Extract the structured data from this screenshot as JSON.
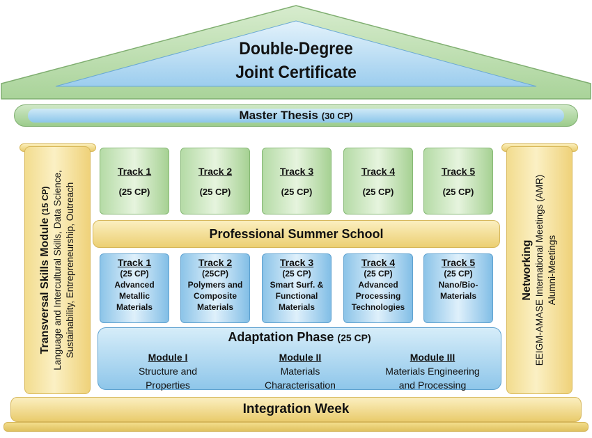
{
  "roof": {
    "title_line1": "Double-Degree",
    "title_line2": "Joint Certificate"
  },
  "thesis": {
    "label": "Master Thesis",
    "cp": "(30 CP)"
  },
  "left_pillar": {
    "title": "Transversal Skills Module",
    "cp": "(15 CP)",
    "line1": "Language and Intercultural Skills, Data Science,",
    "line2": "Sustainability, Entrepreneurship, Outreach"
  },
  "right_pillar": {
    "title": "Networking",
    "line1": "EEIGM-AMASE International Meetings (AMR)",
    "line2": "Alumni-Meetings"
  },
  "upper_tracks": [
    {
      "title": "Track 1",
      "cp": "(25 CP)"
    },
    {
      "title": "Track 2",
      "cp": "(25 CP)"
    },
    {
      "title": "Track 3",
      "cp": "(25 CP)"
    },
    {
      "title": "Track 4",
      "cp": "(25 CP)"
    },
    {
      "title": "Track 5",
      "cp": "(25 CP)"
    }
  ],
  "summer_school": "Professional Summer School",
  "lower_tracks": [
    {
      "title": "Track 1",
      "cp": "(25 CP)",
      "line1": "Advanced",
      "line2": "Metallic",
      "line3": "Materials"
    },
    {
      "title": "Track 2",
      "cp": "(25CP)",
      "line1": "Polymers and",
      "line2": "Composite",
      "line3": "Materials"
    },
    {
      "title": "Track 3",
      "cp": "(25 CP)",
      "line1": "Smart Surf. &",
      "line2": "Functional",
      "line3": "Materials"
    },
    {
      "title": "Track 4",
      "cp": "(25 CP)",
      "line1": "Advanced",
      "line2": "Processing",
      "line3": "Technologies"
    },
    {
      "title": "Track 5",
      "cp": "(25 CP)",
      "line1": "Nano/Bio-",
      "line2": "Materials",
      "line3": ""
    }
  ],
  "adaptation": {
    "title": "Adaptation Phase",
    "cp": "(25 CP)",
    "modules": [
      {
        "title": "Module I",
        "line1": "Structure and",
        "line2": "Properties"
      },
      {
        "title": "Module II",
        "line1": "Materials",
        "line2": "Characterisation"
      },
      {
        "title": "Module III",
        "line1": "Materials Engineering",
        "line2": "and Processing"
      }
    ]
  },
  "integration_week": "Integration Week",
  "colors": {
    "green": "#b5dba6",
    "blue": "#8cc4e8",
    "yellow": "#f2dc8e"
  }
}
